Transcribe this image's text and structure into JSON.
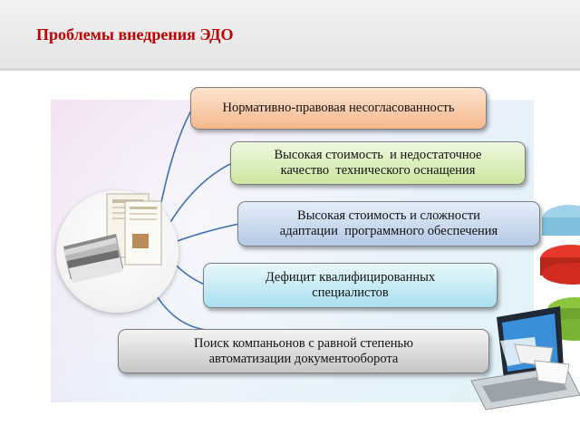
{
  "title": "Проблемы внедрения ЭДО",
  "items": [
    {
      "lines": [
        "Нормативно-правовая несогласованность"
      ]
    },
    {
      "lines": [
        "Высокая стоимость  и недостаточное",
        "качество  технического оснащения"
      ]
    },
    {
      "lines": [
        "Высокая стоимость и сложности",
        "адаптации  программного обеспечения"
      ]
    },
    {
      "lines": [
        "Дефицит квалифицированных",
        "специалистов"
      ]
    },
    {
      "lines": [
        "Поиск компаньонов с равной степенью",
        "автоматизации документооборота"
      ]
    }
  ],
  "colors": {
    "title": "#c00000",
    "box1": "#f5b98d",
    "box2": "#cbe7a0",
    "box3": "#b4c9e6",
    "box4": "#a9dff0",
    "box5": "#c6c6c6"
  },
  "icons": [
    "documents-stack-icon",
    "laptop-icon",
    "pie-chart-icon"
  ]
}
